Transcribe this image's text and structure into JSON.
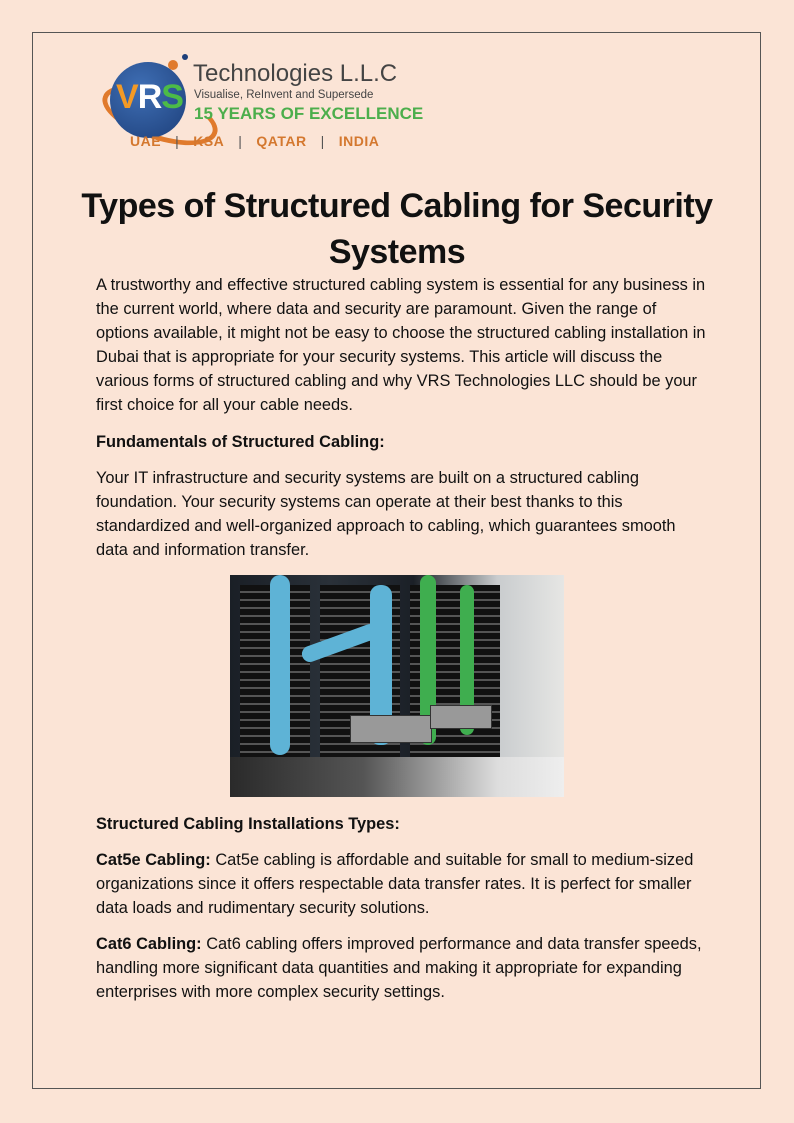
{
  "logo": {
    "mark": "VRS",
    "brand": "Technologies L.L.C",
    "tagline": "Visualise, ReInvent and Supersede",
    "years": "15 YEARS OF EXCELLENCE",
    "regions": [
      "UAE",
      "KSA",
      "QATAR",
      "INDIA"
    ]
  },
  "title": "Types of Structured Cabling for Security Systems",
  "intro": "A trustworthy and effective structured cabling system is essential for any business in the current world, where data and security are paramount. Given the range of options available, it might not be easy to choose the structured cabling installation in Dubai that is appropriate for your security systems. This article will discuss the various forms of structured cabling and why VRS Technologies LLC should be your first choice for all your cable needs.",
  "section1": {
    "heading": "Fundamentals of Structured Cabling:",
    "text": "Your IT infrastructure and security systems are built on a structured cabling foundation. Your security systems can operate at their best thanks to this standardized and well-organized approach to cabling, which guarantees smooth data and information transfer."
  },
  "section2": {
    "heading": "Structured Cabling Installations Types:",
    "items": [
      {
        "label": "Cat5e Cabling:",
        "text": " Cat5e cabling is affordable and suitable for small to medium-sized organizations since it offers respectable data transfer rates. It is perfect for smaller data loads and rudimentary security solutions."
      },
      {
        "label": "Cat6 Cabling:",
        "text": " Cat6 cabling offers improved performance and data transfer speeds, handling more significant data quantities and making it appropriate for expanding enterprises with more complex security settings."
      }
    ]
  }
}
